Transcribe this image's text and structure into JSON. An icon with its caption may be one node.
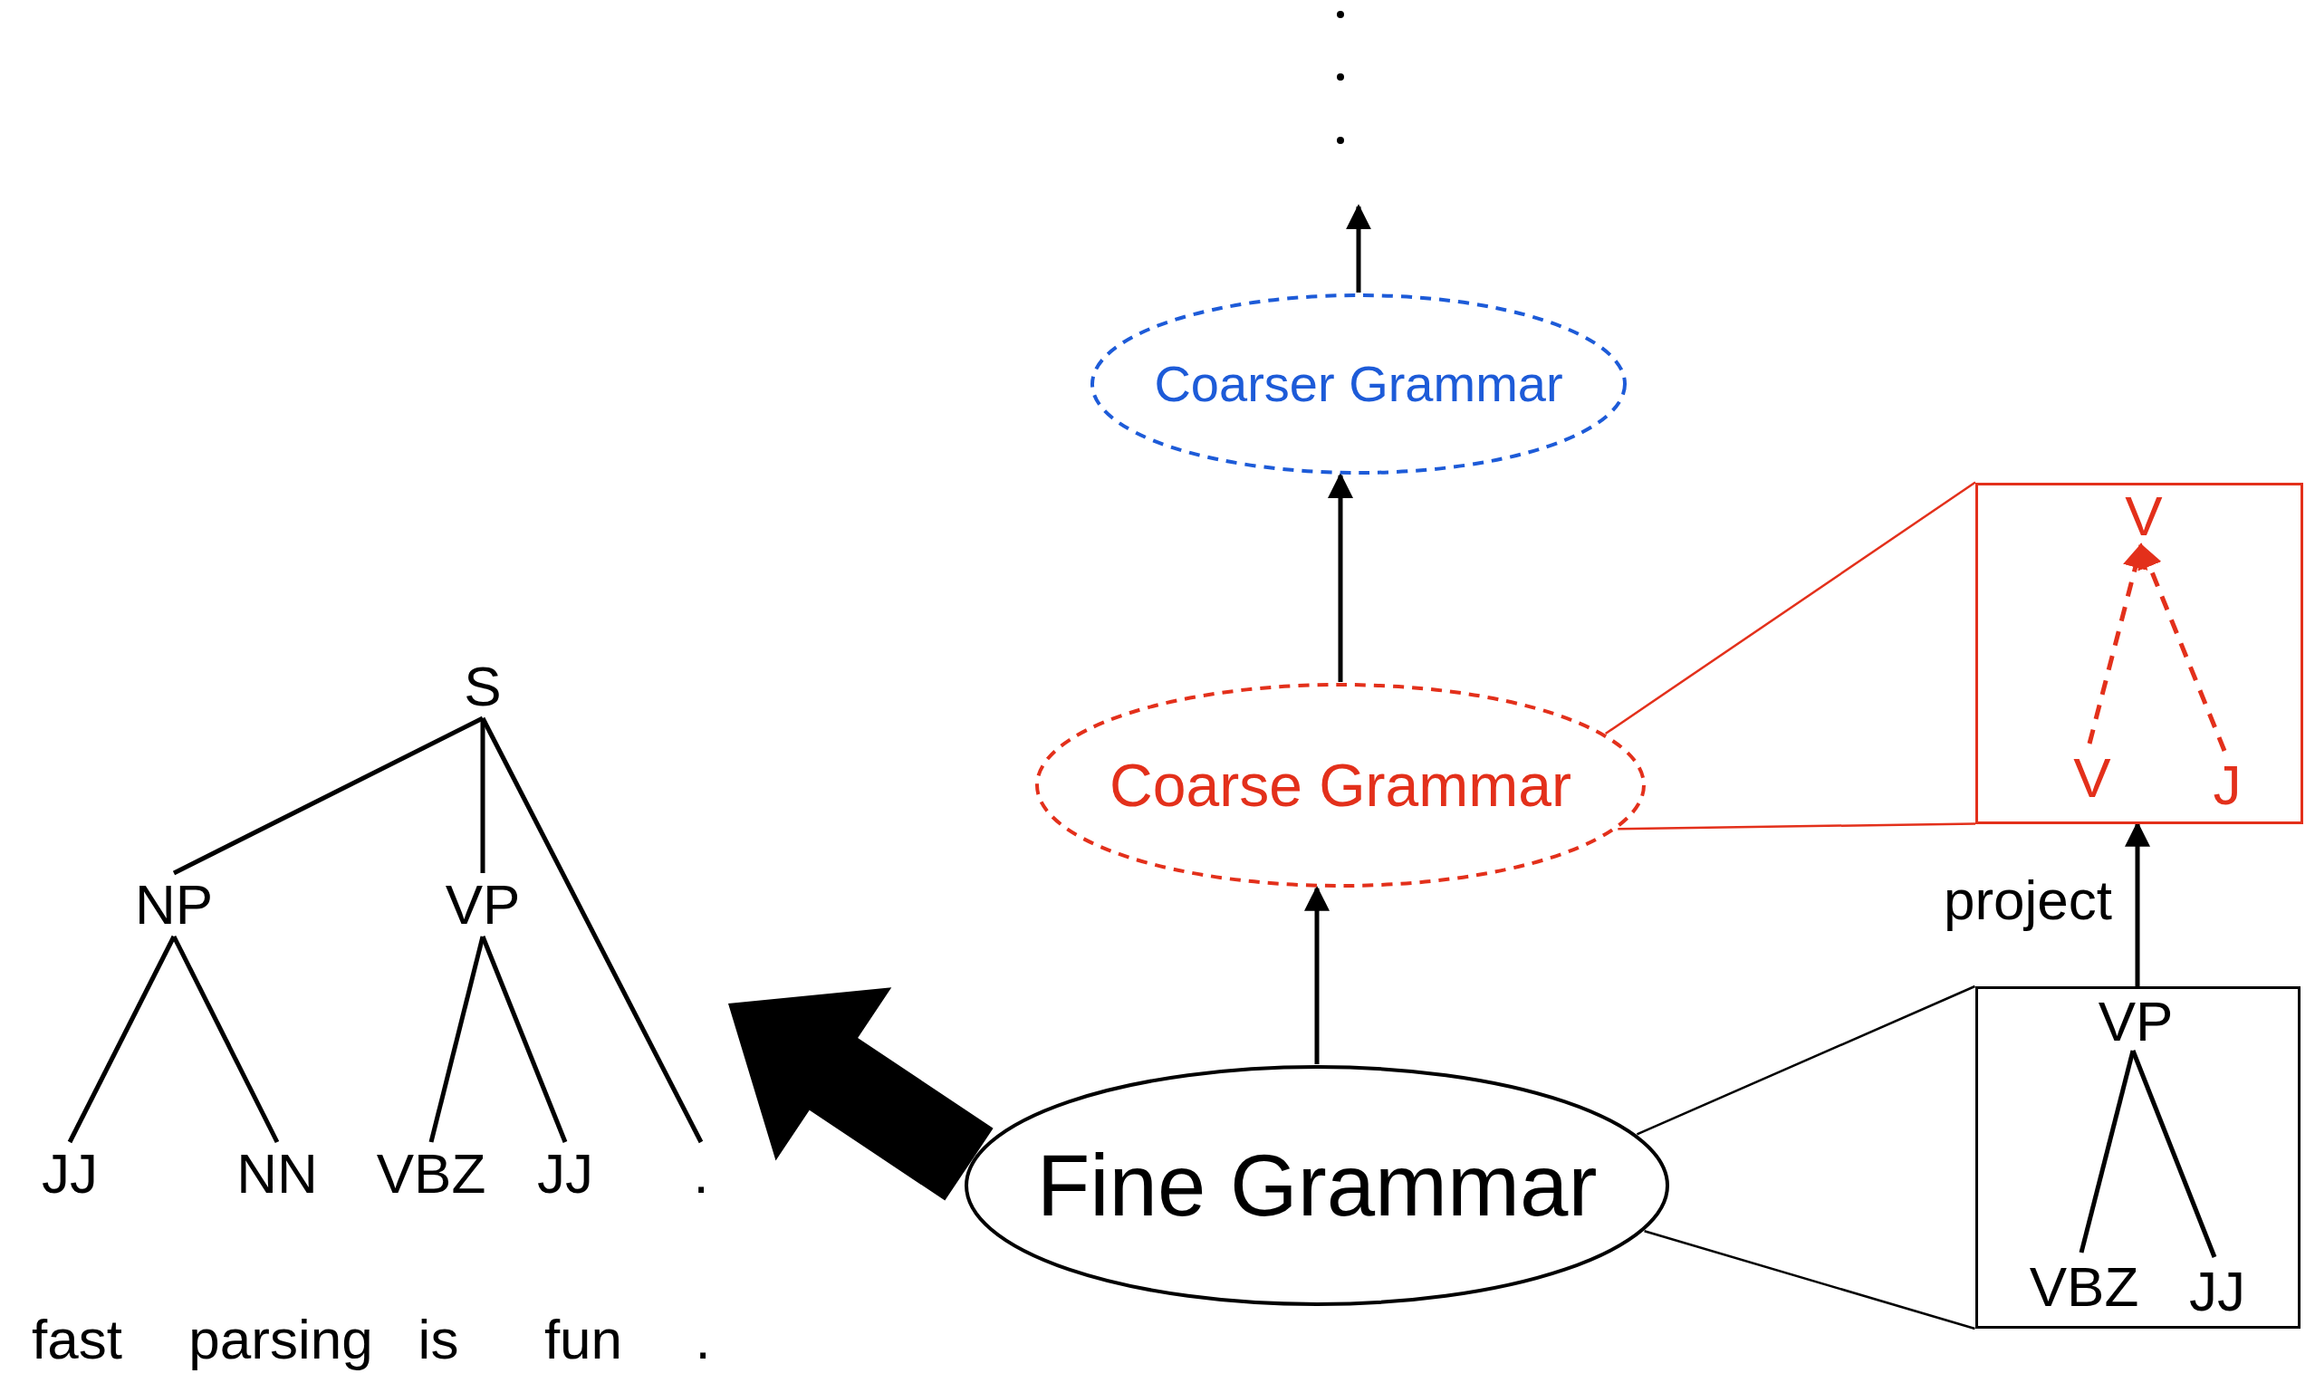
{
  "diagram": {
    "nodes": [
      {
        "text": [
          "S"
        ]
      },
      {
        "text": [
          "NP"
        ]
      },
      {
        "text": [
          "VP"
        ]
      },
      {
        "text": [
          "JJ"
        ]
      },
      {
        "text": [
          "NN"
        ]
      },
      {
        "text": [
          "VBZ"
        ]
      },
      {
        "text": [
          "JJ"
        ]
      },
      {
        "text": [
          "."
        ]
      },
      {
        "text": [
          "Coarser Grammar"
        ]
      },
      {
        "text": [
          "Coarse Grammar"
        ]
      },
      {
        "text": [
          "Fine Grammar"
        ]
      },
      {
        "text": [],
        "shape": "box"
      },
      {
        "text": [
          "V"
        ],
        "in": 11
      },
      {
        "text": [
          "V"
        ],
        "in": 11
      },
      {
        "text": [
          "J"
        ],
        "in": 11
      },
      {
        "text": [],
        "shape": "box"
      },
      {
        "text": [
          "VP"
        ],
        "in": 15
      },
      {
        "text": [
          "VBZ"
        ],
        "in": 15
      },
      {
        "text": [
          "JJ"
        ],
        "in": 15
      }
    ],
    "edges": [
      {
        "from": 0,
        "to": 1,
        "arrow": "none"
      },
      {
        "from": 0,
        "to": 2,
        "arrow": "none"
      },
      {
        "from": 0,
        "to": 7,
        "arrow": "none"
      },
      {
        "from": 1,
        "to": 3,
        "arrow": "none"
      },
      {
        "from": 1,
        "to": 4,
        "arrow": "none"
      },
      {
        "from": 2,
        "to": 5,
        "arrow": "none"
      },
      {
        "from": 2,
        "to": 6,
        "arrow": "none"
      },
      {
        "from": 10,
        "to": 9,
        "arrow": "to"
      },
      {
        "from": 9,
        "to": 8,
        "arrow": "to"
      },
      {
        "from": 8,
        "to": null,
        "arrow": "to"
      },
      {
        "from": 9,
        "to": 11,
        "arrow": "none",
        "color": "#e3301b"
      },
      {
        "from": 9,
        "to": 11,
        "arrow": "none",
        "color": "#e3301b"
      },
      {
        "from": 10,
        "to": 15,
        "arrow": "none"
      },
      {
        "from": 10,
        "to": 15,
        "arrow": "none"
      },
      {
        "from": 15,
        "to": 11,
        "arrow": "to",
        "label": "project"
      },
      {
        "from": 13,
        "to": 12,
        "arrow": "to",
        "style": "dashed",
        "color": "#e3301b"
      },
      {
        "from": 14,
        "to": 12,
        "arrow": "to",
        "style": "dashed",
        "color": "#e3301b"
      },
      {
        "from": 16,
        "to": 17,
        "arrow": "none"
      },
      {
        "from": 16,
        "to": 18,
        "arrow": "none"
      },
      {
        "from": 10,
        "to": null,
        "arrow": "to",
        "style": "thick"
      }
    ],
    "labels": [
      "fast",
      "parsing",
      "is",
      "fun",
      "."
    ]
  }
}
